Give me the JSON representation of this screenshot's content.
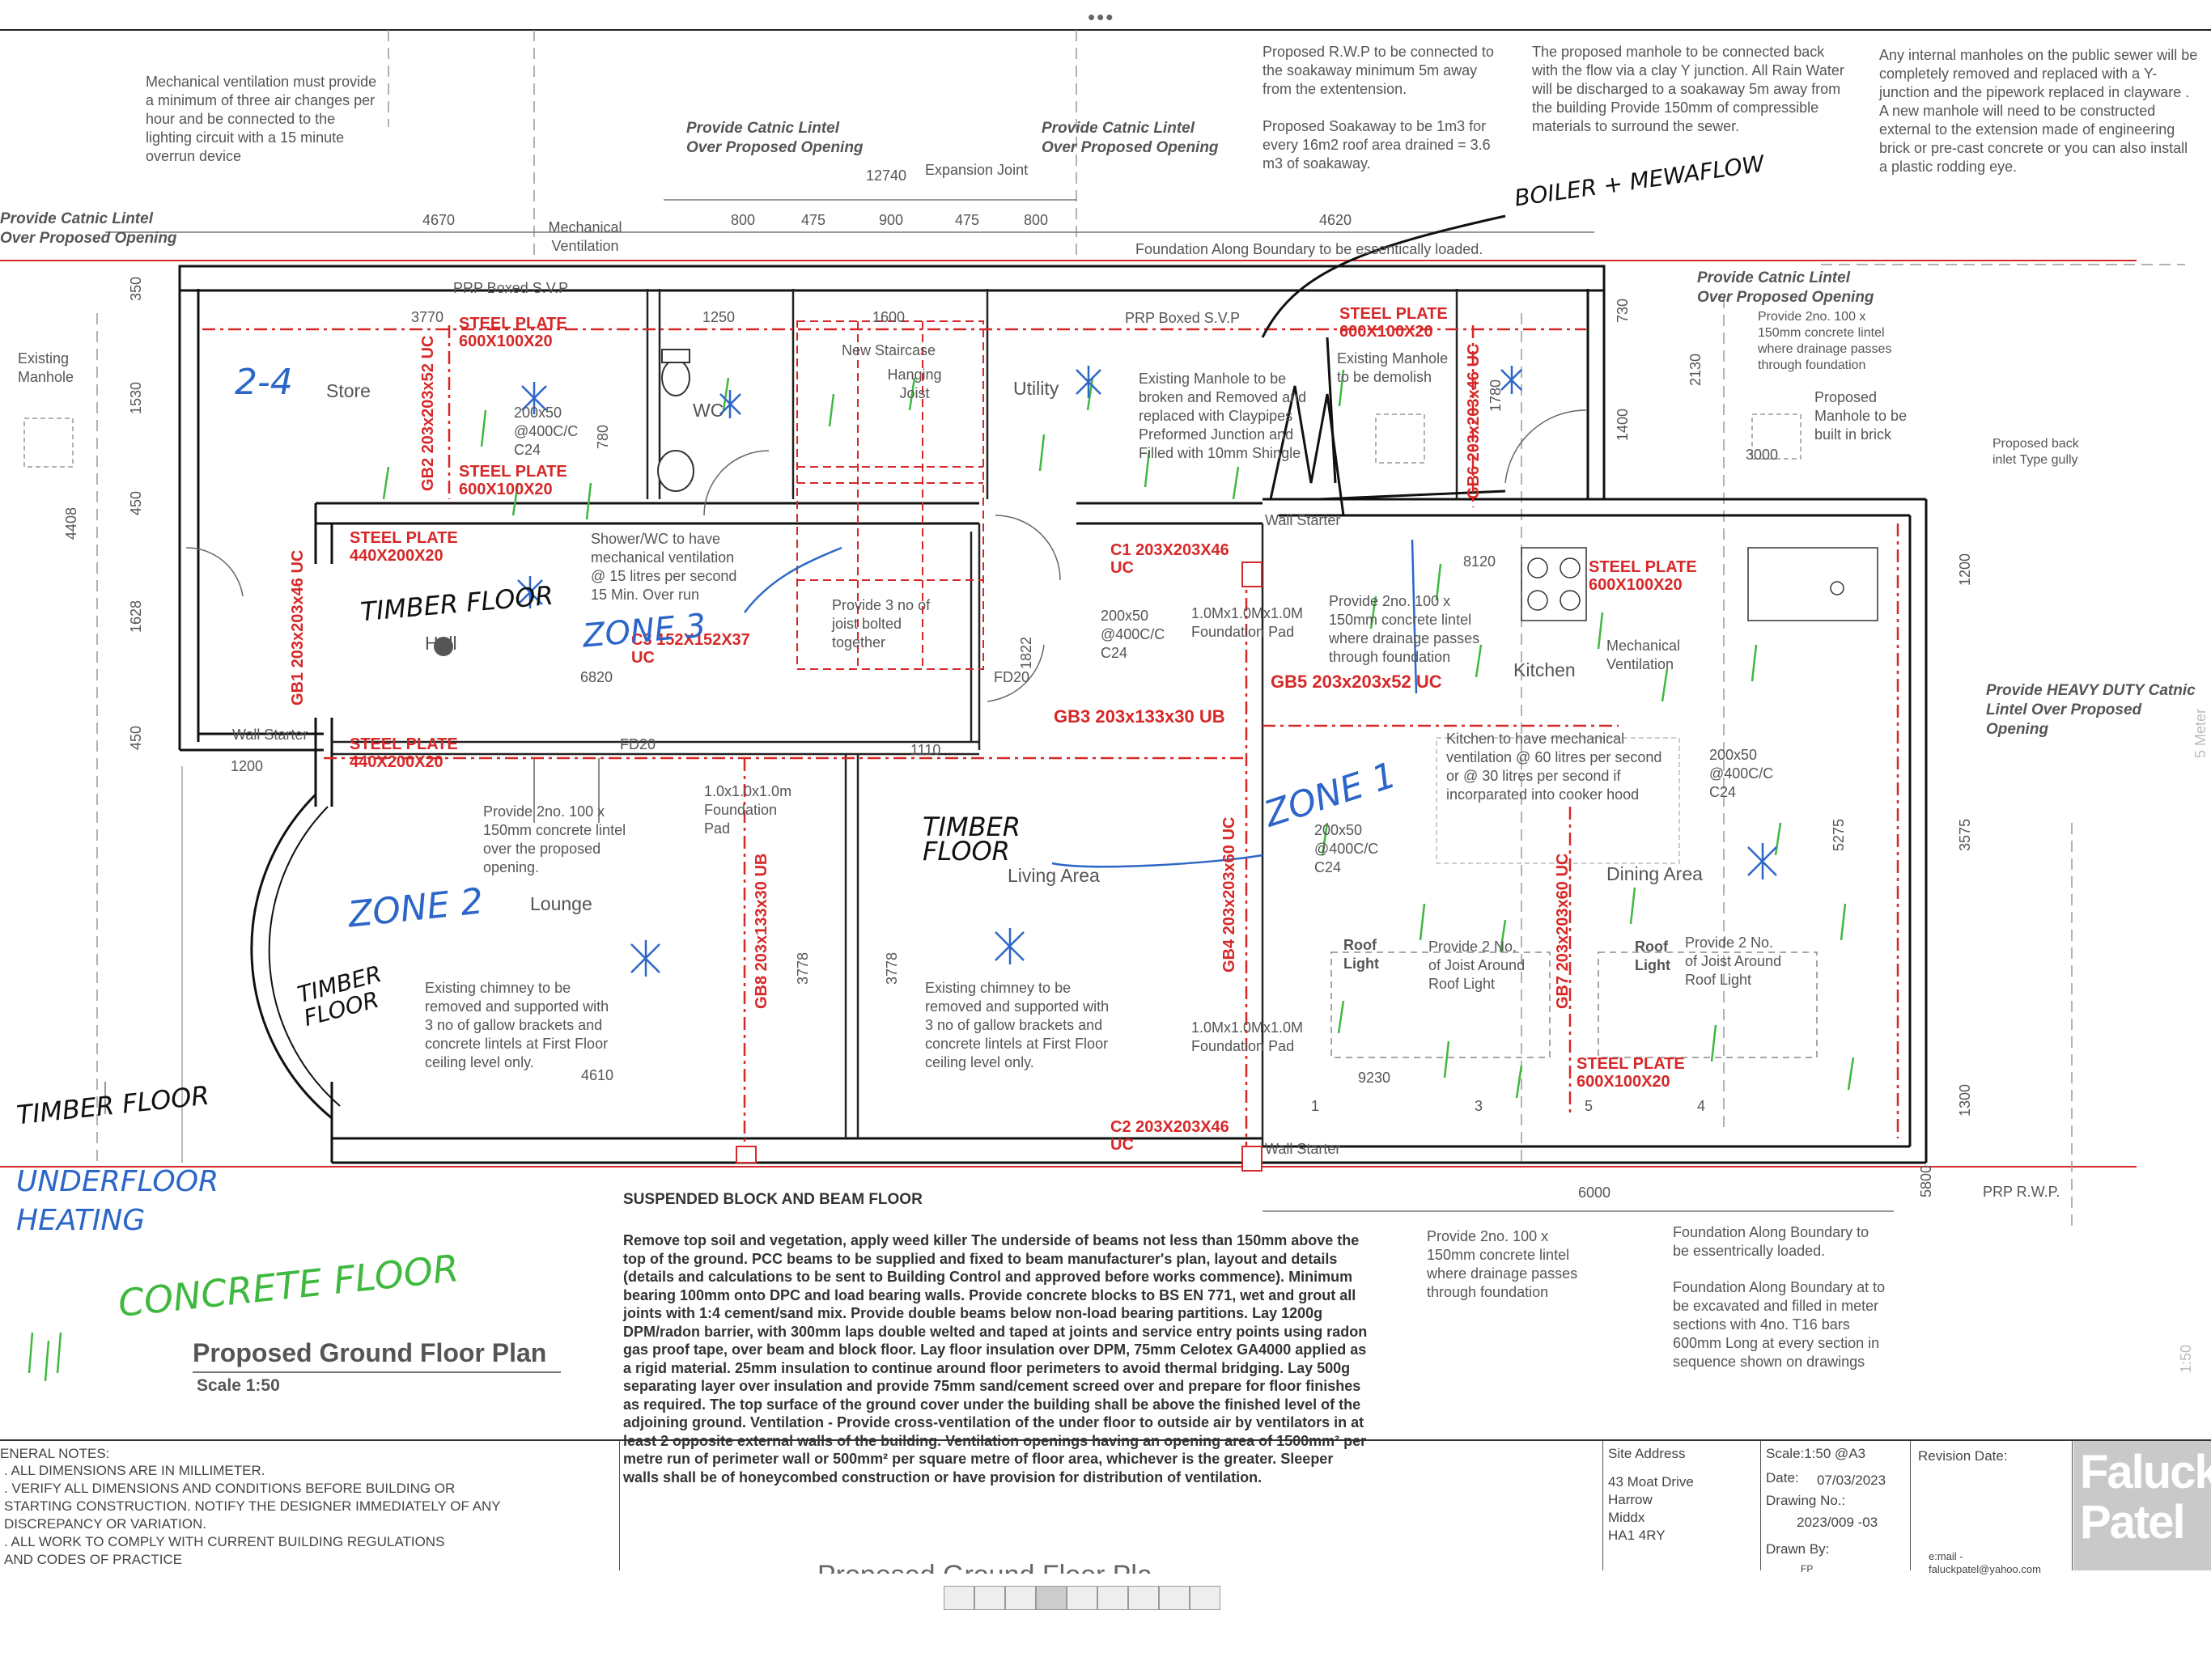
{
  "toolbar": {
    "menu_dots": "•••"
  },
  "notes": {
    "mech_vent": "Mechanical ventilation must provide a minimum of three air changes per hour and be connected to the lighting circuit with a 15 minute overrun device",
    "rwp": "Proposed R.W.P to be connected to the soakaway minimum 5m away from the extentension.",
    "soakaway": "Proposed Soakaway to be 1m3 for every 16m2 roof area drained = 3.6 m3 of soakaway.",
    "manhole_connect": "The proposed manhole to be connected back with the flow via a clay Y junction. All Rain Water will be discharged to a soakaway 5m away from the building Provide 150mm of compressible materials  to surround the sewer.",
    "internal_manholes": "Any internal manholes on the public sewer will be completely removed and replaced with a Y-junction and the pipework replaced in clayware . A new manhole will need to be constructed external to the extension made of engineering brick or pre-cast concrete or you can also install a plastic rodding eye.",
    "catnic_1": "Provide Catnic Lintel Over Proposed Opening",
    "catnic_2": "Provide Catnic Lintel Over Proposed Opening",
    "catnic_3": "Provide Catnic Lintel Over Proposed Opening",
    "catnic_4": "Provide Catnic Lintel Over Proposed Opening",
    "catnic_left": "Provide Catnic Lintel Over Proposed Opening",
    "heavy_duty": "Provide HEAVY DUTY Catnic Lintel Over Proposed Opening",
    "expansion": "Expansion Joint",
    "mech_vent_label": "Mechanical Ventilation",
    "mech_vent_kitchen": "Mechanical Ventilation",
    "foundation_top": "Foundation Along Boundary to be essentically loaded.",
    "prp_svp_1": "PRP Boxed S.V.P",
    "prp_svp_2": "PRP Boxed S.V.P",
    "existing_manhole": "Existing Manhole",
    "manhole_broken": "Existing Manhole to be broken and Removed and replaced with Claypipes Preformed Junction and Filled with 10mm Shingle",
    "manhole_demolish": "Existing Manhole to be demolish",
    "concrete_lintel_tr": "Provide 2no. 100 x 150mm concrete lintel where drainage passes through foundation",
    "proposed_manhole": "Proposed Manhole to be built in brick",
    "back_inlet": "Proposed back inlet Type gully",
    "hanging_joist": "Hanging Joist",
    "new_staircase": "New Staircase",
    "shower_vent": "Shower/WC to have mechanical ventilation @ 15 litres per second 15 Min. Over run",
    "joist_bolted": "Provide 3 no of joist bolted together",
    "joists_200_a": "200x50 @400C/C C24",
    "joists_200_b": "200x50 @400C/C C24",
    "joists_200_c": "200x50 @400C/C C24",
    "joists_200_d": "200x50 @400C/C C24",
    "found_pad_1": "1.0Mx1.0Mx1.0M Foundation Pad",
    "found_pad_2": "1.0x1.0x1.0m Foundation Pad",
    "found_pad_3": "1.0Mx1.0Mx1.0M Foundation Pad",
    "concrete_lintel_mid": "Provide 2no. 100 x 150mm concrete lintel where drainage passes through foundation",
    "kitchen_vent": "Kitchen to have mechanical ventilation @ 60 litres per second or @ 30 litres per second if incorparated into cooker hood",
    "lounge_lintel": "Provide 2no. 100 x 150mm concrete lintel over the proposed opening.",
    "chimney_1": "Existing chimney to be removed and supported with 3 no of gallow brackets and concrete lintels at First Floor ceiling level only.",
    "chimney_2": "Existing chimney to be removed and supported with 3 no of gallow brackets and concrete lintels at First Floor ceiling level only.",
    "roof_light_1": "Provide 2 No. of Joist Around Roof Light",
    "roof_light_2": "Provide 2 No. of Joist Around Roof Light",
    "roof_light_label": "Roof Light",
    "wall_starter": "Wall Starter",
    "prp_rwp": "PRP R.W.P.",
    "concrete_lintel_bottom": "Provide 2no. 100 x 150mm concrete lintel where drainage passes through foundation",
    "foundation_bottom_1": "Foundation Along Boundary to be essentrically loaded.",
    "foundation_bottom_2": "Foundation Along Boundary at  to be excavated and filled  in meter sections with 4no. T16 bars 600mm Long at every section in sequence shown on drawings",
    "meter_5": "5 Meter",
    "scale_side": "1:50"
  },
  "rooms": {
    "store": "Store",
    "wc": "WC",
    "utility": "Utility",
    "hall": "Hall",
    "kitchen": "Kitchen",
    "lounge": "Lounge",
    "living": "Living Area",
    "dining": "Dining Area"
  },
  "steel": {
    "sp1": "STEEL PLATE 600X100X20",
    "sp2": "STEEL PLATE 600X100X20",
    "sp3": "STEEL PLATE 440X200X20",
    "sp4": "STEEL PLATE 440X200X20",
    "sp5": "STEEL PLATE 600X100X20",
    "sp6": "STEEL PLATE 600X100X20",
    "sp7": "STEEL PLATE 600X100X20",
    "c1": "C1 203X203X46 UC",
    "c2": "C2 203X203X46 UC",
    "c3": "C3 152X152X37 UC",
    "gb1": "GB1 203x203x46 UC",
    "gb2": "GB2 203x203x52 UC",
    "gb3": "GB3 203x133x30 UB",
    "gb4": "GB4 203x203x60 UC",
    "gb5": "GB5 203x203x52 UC",
    "gb6": "GB6 203x203x46 UC",
    "gb7": "GB7 203x203x60 UC",
    "gb8": "GB8 203x133x30 UB"
  },
  "dims": {
    "d12740": "12740",
    "d4670": "4670",
    "d800a": "800",
    "d475a": "475",
    "d900": "900",
    "d475b": "475",
    "d800b": "800",
    "d4620": "4620",
    "d350": "350",
    "d1530": "1530",
    "d450a": "450",
    "d1628": "1628",
    "d450b": "450",
    "d4408": "4408",
    "d1200": "1200",
    "d6820": "6820",
    "d1250": "1250",
    "d1600": "1600",
    "d3770": "3770",
    "d780": "780",
    "d1822": "1822",
    "d1110": "1110",
    "d3778a": "3778",
    "d3778b": "3778",
    "d4610": "4610",
    "d8120": "8120",
    "d9230": "9230",
    "d6000": "6000",
    "d730": "730",
    "d2130": "2130",
    "d1400": "1400",
    "d1780": "1780",
    "d3000": "3000",
    "d5275": "5275",
    "d3575": "3575",
    "d1200r": "1200",
    "d1300": "1300",
    "d5800": "5800",
    "fd20a": "FD20",
    "fd20b": "FD20",
    "n1": "1",
    "n3": "3",
    "n5": "5",
    "n4": "4"
  },
  "handwriting": {
    "boiler": "BOILER + MEWAFLOW",
    "zone2_q": "2-4",
    "timber_hall": "TIMBER FLOOR",
    "zone3": "ZONE 3",
    "timber_living": "TIMBER FLOOR",
    "zone1": "ZONE 1",
    "zone2": "ZONE 2",
    "timber_lounge": "TIMBER FLOOR",
    "timber_left": "TIMBER FLOOR",
    "underfloor": "UNDERFLOOR HEATING",
    "concrete": "CONCRETE FLOOR"
  },
  "floor_spec": {
    "heading": "SUSPENDED BLOCK AND BEAM FLOOR",
    "body": "Remove top soil and vegetation, apply weed killer The underside of beams not less than 150mm above the top of the ground. PCC beams to be supplied and fixed to beam manufacturer's plan, layout and details (details and calculations to be sent to Building Control and approved before works commence). Minimum bearing 100mm onto DPC and load bearing walls. Provide concrete blocks to BS EN 771, wet and grout all joints with 1:4 cement/sand mix. Provide double beams below non-load bearing partitions. Lay 1200g DPM/radon barrier, with 300mm laps double welted and taped at joints and service entry points using radon gas proof tape, over beam and block floor. Lay floor insulation over DPM, 75mm Celotex GA4000 applied as a rigid material. 25mm insulation to continue around floor perimeters to avoid thermal bridging. Lay 500g separating layer over insulation and provide 75mm sand/cement screed over and prepare for floor finishes as required. The top surface of the ground cover under the building shall be above the finished level of the adjoining ground.",
    "vent_heading": "Ventilation",
    "vent_body": " - Provide cross-ventilation of the under floor to outside air by ventilators in at least 2 opposite external walls of the building. Ventilation openings having an opening area of 1500mm² per metre run of perimeter wall or 500mm² per square metre of floor area, whichever is the greater. Sleeper walls shall be of honeycombed construction or have provision for distribution of ventilation."
  },
  "plan_title": {
    "title": "Proposed Ground Floor Plan",
    "scale": "Scale 1:50"
  },
  "general_notes": {
    "heading": "ENERAL NOTES:",
    "l1": ". ALL DIMENSIONS ARE IN MILLIMETER.",
    "l2": ". VERIFY ALL DIMENSIONS AND CONDITIONS BEFORE BUILDING OR",
    "l3": "  STARTING CONSTRUCTION. NOTIFY THE DESIGNER IMMEDIATELY OF ANY",
    "l4": "  DISCREPANCY OR VARIATION.",
    "l5": ". ALL WORK TO COMPLY WITH CURRENT BUILDING REGULATIONS",
    "l6": "  AND CODES OF PRACTICE"
  },
  "titleblock": {
    "site_label": "Site Address",
    "site_1": "43 Moat Drive",
    "site_2": "Harrow",
    "site_3": "Middx",
    "site_4": "HA1 4RY",
    "scale": "Scale:1:50 @A3",
    "date_label": "Date:",
    "date": "07/03/2023",
    "drawing_label": "Drawing No.:",
    "drawing": "2023/009 -03",
    "drawn_label": "Drawn By:",
    "drawn": "FP",
    "revision": "Revision Date:",
    "email_label": "e:mail -",
    "email": "faluckpatel@yahoo.com",
    "logo": "Faluck Patel",
    "cut_title": "Proposed Ground Floor Pla"
  },
  "thumbnails": {
    "count": "9"
  }
}
